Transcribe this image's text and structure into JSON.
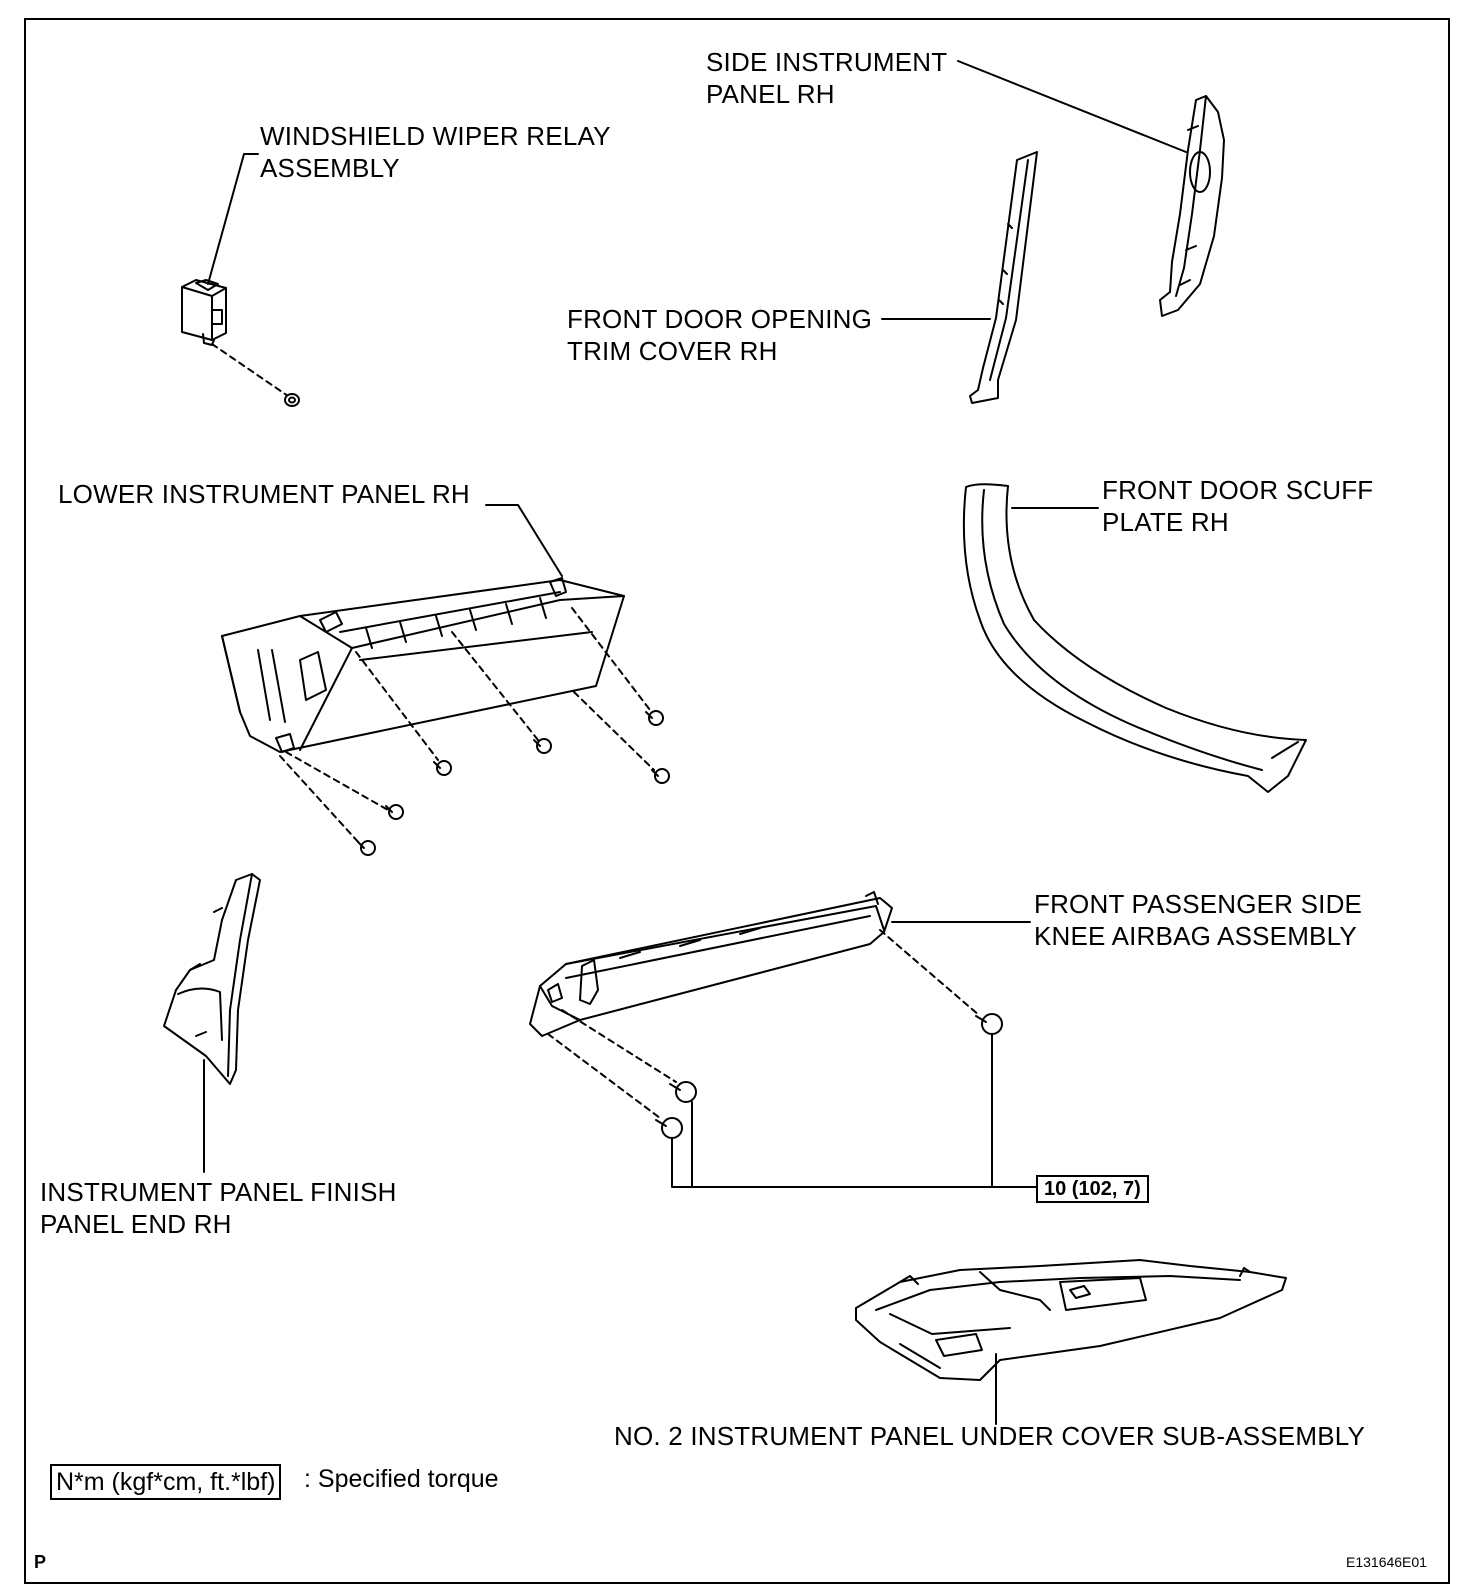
{
  "labels": {
    "side_instrument_panel": "SIDE INSTRUMENT\nPANEL RH",
    "wiper_relay": "WINDSHIELD WIPER RELAY\nASSEMBLY",
    "door_opening_trim": "FRONT DOOR OPENING\nTRIM COVER RH",
    "lower_instrument_panel": "LOWER INSTRUMENT PANEL RH",
    "door_scuff_plate": "FRONT DOOR SCUFF\nPLATE RH",
    "knee_airbag": "FRONT PASSENGER SIDE\nKNEE AIRBAG ASSEMBLY",
    "finish_panel_end": "INSTRUMENT PANEL FINISH\nPANEL END RH",
    "under_cover": "NO. 2 INSTRUMENT PANEL UNDER COVER SUB-ASSEMBLY"
  },
  "torque": {
    "value": "10 (102, 7)"
  },
  "legend": {
    "unit_box": "N*m (kgf*cm, ft.*lbf)",
    "text": ": Specified torque"
  },
  "footer": {
    "corner_letter": "P",
    "figure_code": "E131646E01"
  }
}
